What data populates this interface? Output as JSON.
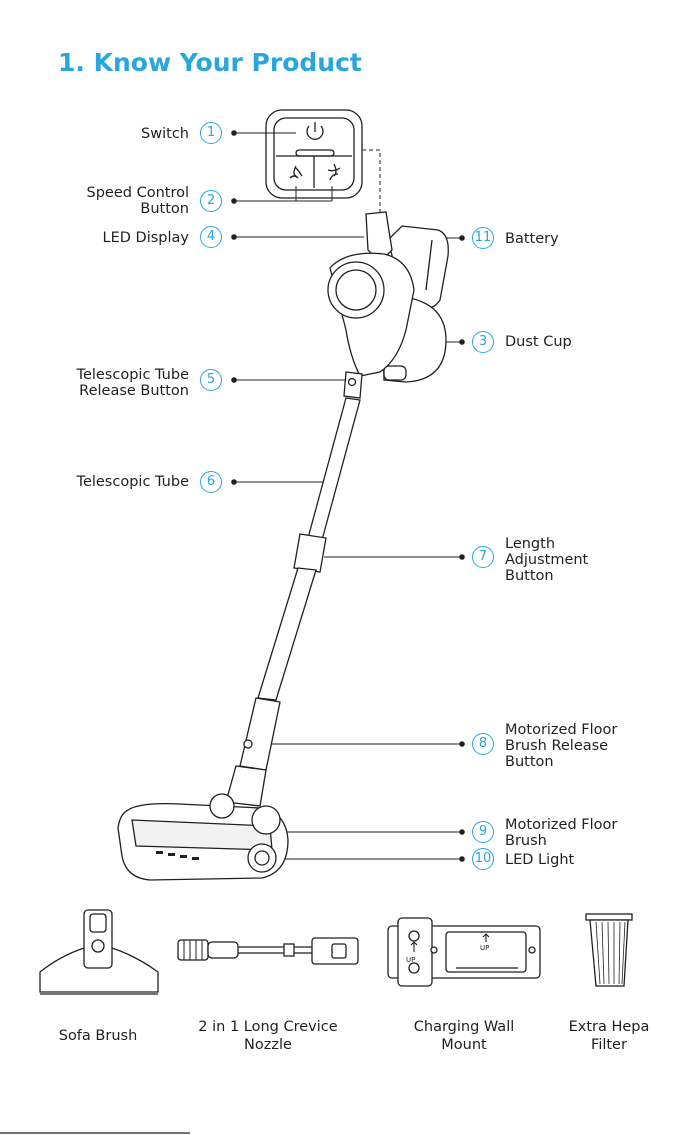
{
  "title": "1. Know Your Product",
  "parts": [
    {
      "num": "1",
      "lines": [
        "Switch"
      ]
    },
    {
      "num": "2",
      "lines": [
        "Speed Control",
        "Button"
      ]
    },
    {
      "num": "4",
      "lines": [
        "LED Display"
      ]
    },
    {
      "num": "5",
      "lines": [
        "Telescopic Tube",
        "Release Button"
      ]
    },
    {
      "num": "6",
      "lines": [
        "Telescopic Tube"
      ]
    },
    {
      "num": "11",
      "lines": [
        "Battery"
      ]
    },
    {
      "num": "3",
      "lines": [
        "Dust Cup"
      ]
    },
    {
      "num": "7",
      "lines": [
        "Length",
        "Adjustment",
        "Button"
      ]
    },
    {
      "num": "8",
      "lines": [
        "Motorized Floor",
        "Brush Release",
        "Button"
      ]
    },
    {
      "num": "9",
      "lines": [
        "Motorized Floor",
        "Brush"
      ]
    },
    {
      "num": "10",
      "lines": [
        "LED Light"
      ]
    }
  ],
  "accessories": [
    {
      "lines": [
        "Sofa Brush"
      ]
    },
    {
      "lines": [
        "2 in 1 Long Crevice",
        "Nozzle"
      ]
    },
    {
      "lines": [
        "Charging Wall",
        "Mount"
      ]
    },
    {
      "lines": [
        "Extra Hepa",
        "Filter"
      ]
    }
  ],
  "mount_text": "UP",
  "colors": {
    "accent": "#29a6dc",
    "text": "#231f20",
    "line": "#231f20"
  }
}
